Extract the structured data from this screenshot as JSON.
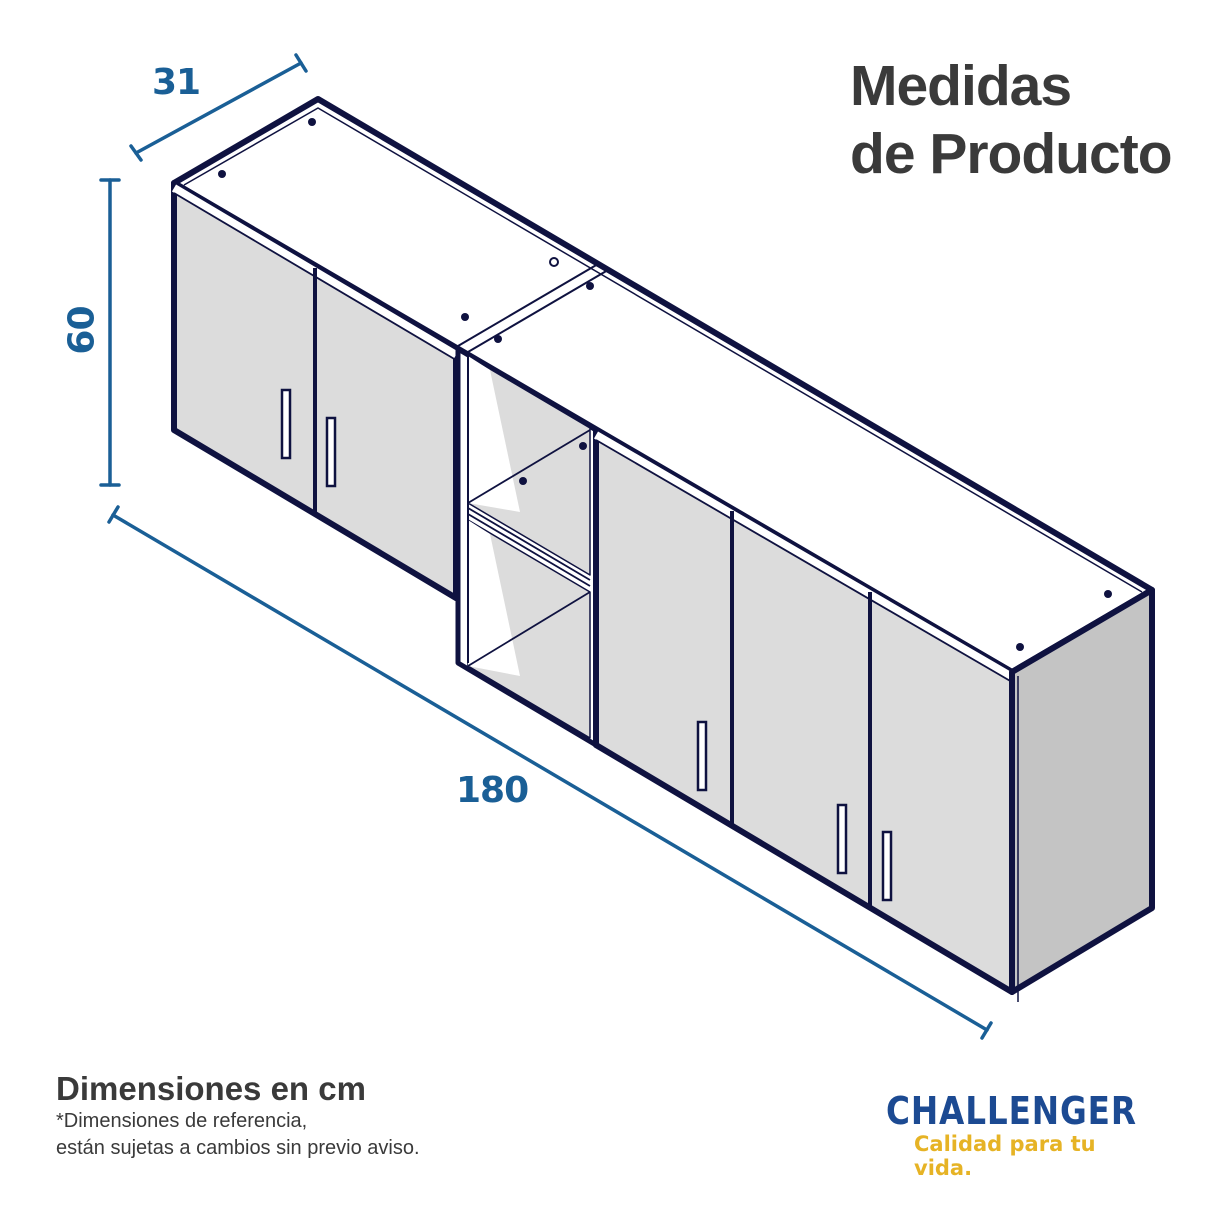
{
  "header": {
    "title_line1": "Medidas",
    "title_line2": "de Producto"
  },
  "dimensions": {
    "depth": "31",
    "height": "60",
    "width": "180",
    "unit": "cm"
  },
  "footer": {
    "title": "Dimensiones en cm",
    "note_line1": "*Dimensiones de referencia,",
    "note_line2": "están sujetas a cambios sin previo aviso."
  },
  "brand": {
    "name": "CHALLENGER",
    "tagline": "Calidad para tu vida.",
    "name_color": "#1c4a92",
    "tagline_color": "#e6b325"
  },
  "diagram": {
    "subject": "wall-mounted kitchen cabinet set",
    "doors": 5,
    "open_shelf_module": 1,
    "shelves_in_open_module": 1,
    "outline_color": "#0f1240",
    "door_fill": "#dcdcdc",
    "side_fill": "#c4c4c4",
    "dimension_line_color": "#1a5f96"
  }
}
